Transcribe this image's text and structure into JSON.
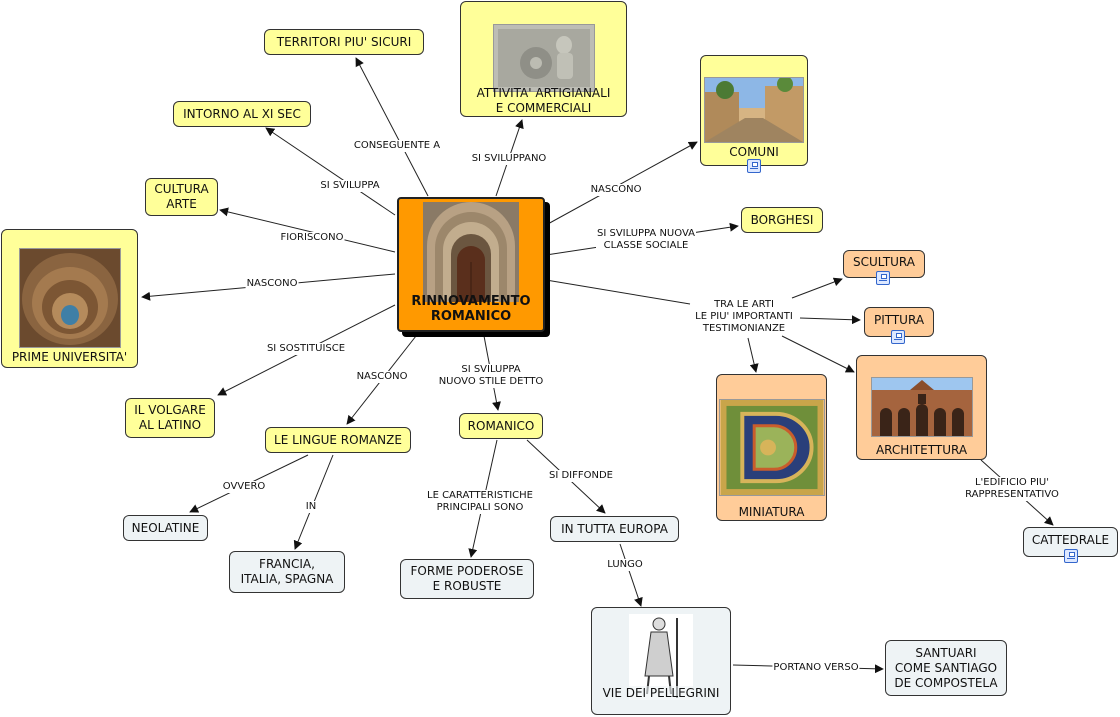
{
  "central": {
    "line1": "RINNOVAMENTO",
    "line2": "ROMANICO"
  },
  "nodes": {
    "territori": "TERRITORI PIU' SICURI",
    "intorno": "INTORNO AL XI SEC",
    "cultura": [
      "CULTURA",
      "ARTE"
    ],
    "universita": "PRIME UNIVERSITA'",
    "volgare": [
      "IL VOLGARE",
      "AL LATINO"
    ],
    "lingue": "LE LINGUE ROMANZE",
    "neolatine": "NEOLATINE",
    "francia": [
      "FRANCIA,",
      "ITALIA, SPAGNA"
    ],
    "romanico": "ROMANICO",
    "forme": [
      "FORME PODEROSE",
      "E ROBUSTE"
    ],
    "europa": "IN TUTTA EUROPA",
    "pellegrini": "VIE DEI PELLEGRINI",
    "santuari": [
      "SANTUARI",
      "COME SANTIAGO",
      "DE COMPOSTELA"
    ],
    "attivita": [
      "ATTIVITA' ARTIGIANALI",
      "E COMMERCIALI"
    ],
    "comuni": "COMUNI",
    "borghesi": "BORGHESI",
    "scultura": "SCULTURA",
    "pittura": "PITTURA",
    "architettura": "ARCHITETTURA",
    "miniatura": "MINIATURA",
    "cattedrale": "CATTEDRALE"
  },
  "labels": {
    "conseguente": "CONSEGUENTE A",
    "si_sviluppa": "SI SVILUPPA",
    "fioriscono": "FIORISCONO",
    "nascono_univ": "NASCONO",
    "si_sostituisce": "SI SOSTITUISCE",
    "nascono_lingue": "NASCONO",
    "si_sviluppa_stile": [
      "SI SVILUPPA",
      "NUOVO STILE DETTO"
    ],
    "ovvero": "OVVERO",
    "in": "IN",
    "caratteristiche": [
      "LE CARATTERISTICHE",
      "PRINCIPALI SONO"
    ],
    "si_diffonde": "SI DIFFONDE",
    "lungo": "LUNGO",
    "portano_verso": "PORTANO VERSO",
    "si_sviluppano": "SI SVILUPPANO",
    "nascono_comuni": "NASCONO",
    "classe_sociale": [
      "SI SVILUPPA NUOVA",
      "CLASSE SOCIALE"
    ],
    "tra_le_arti": [
      "TRA LE ARTI",
      "LE PIU' IMPORTANTI",
      "TESTIMONIANZE"
    ],
    "edificio": [
      "L'EDIFICIO PIU'",
      "RAPPRESENTATIVO"
    ]
  },
  "icons": [
    "arch-portal-image",
    "stone-relief-image",
    "town-street-image",
    "anatomy-theatre-image",
    "pilgrim-image",
    "illuminated-letter-image",
    "romanesque-courtyard-image",
    "link-map-icon"
  ],
  "colors": {
    "central": "#ff9900",
    "yellow": "#ffff99",
    "peach": "#ffcc99",
    "grey": "#eef3f5"
  }
}
